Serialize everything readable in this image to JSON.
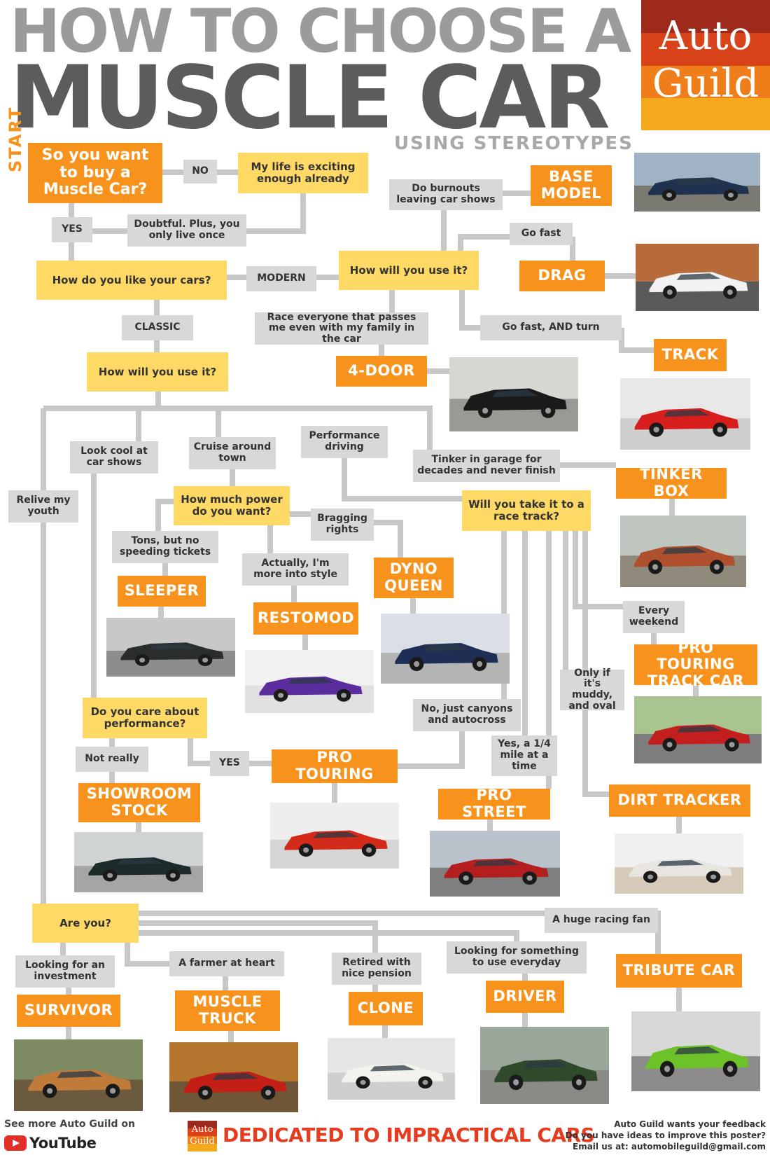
{
  "header": {
    "title_line1": "HOW TO CHOOSE A",
    "title_line2": "MUSCLE CAR",
    "subtitle": "USING STEREOTYPES",
    "logo_line1": "Auto",
    "logo_line2": "Guild",
    "logo_colors": [
      "#9e2a1c",
      "#d8431a",
      "#ef7d1a",
      "#f4a81c"
    ]
  },
  "start_label": "START",
  "questions": {
    "start": "So you want to buy a Muscle Car?",
    "exciting": "My life is exciting enough already",
    "like_cars": "How do you like your cars?",
    "use_modern": "How will you use it?",
    "use_classic": "How will you use it?",
    "power": "How much power do you want?",
    "race_track": "Will you take it to a race track?",
    "care_perf": "Do you care about performance?",
    "are_you": "Are you?"
  },
  "answers": {
    "no": "NO",
    "yes": "YES",
    "doubtful": "Doubtful.  Plus, you only live once",
    "burnouts": "Do burnouts leaving car shows",
    "go_fast": "Go fast",
    "modern": "MODERN",
    "classic": "CLASSIC",
    "race_everyone": "Race everyone that passes me even with my family in the car",
    "go_fast_turn": "Go fast, AND turn",
    "look_cool": "Look cool at car shows",
    "cruise": "Cruise around town",
    "perf_driving": "Performance driving",
    "tinker": "Tinker in garage for decades and never finish",
    "relive": "Relive my youth",
    "tons": "Tons, but no speeding tickets",
    "bragging": "Bragging rights",
    "style": "Actually, I'm more into style",
    "every_weekend": "Every weekend",
    "muddy": "Only if it's muddy, and oval",
    "canyons": "No, just canyons and autocross",
    "quarter_mile": "Yes, a 1/4 mile at a time",
    "not_really": "Not really",
    "perf_yes": "YES",
    "racing_fan": "A huge racing fan",
    "investment": "Looking for an investment",
    "farmer": "A farmer at heart",
    "retired": "Retired with nice pension",
    "everyday": "Looking for something to use everyday"
  },
  "results": {
    "base_model": "BASE MODEL",
    "drag": "DRAG",
    "four_door": "4-DOOR",
    "track": "TRACK",
    "tinker_box": "TINKER BOX",
    "sleeper": "SLEEPER",
    "dyno_queen": "DYNO QUEEN",
    "restomod": "RESTOMOD",
    "pro_touring_track": "PRO TOURING TRACK CAR",
    "pro_touring": "PRO TOURING",
    "pro_street": "PRO STREET",
    "dirt_tracker": "DIRT TRACKER",
    "showroom_stock": "SHOWROOM STOCK",
    "tribute_car": "TRIBUTE CAR",
    "survivor": "SURVIVOR",
    "muscle_truck": "MUSCLE TRUCK",
    "clone": "CLONE",
    "driver": "DRIVER"
  },
  "photos": {
    "base_model": {
      "sky": "#9fb3c4",
      "ground": "#7a7a72",
      "car": "#1f3350"
    },
    "drag": {
      "sky": "#b86b3a",
      "ground": "#5a5a5a",
      "car": "#f2f2f2"
    },
    "four_door": {
      "sky": "#d7d7d2",
      "ground": "#9a9a95",
      "car": "#1a1a1a"
    },
    "track": {
      "sky": "#e8e8e8",
      "ground": "#cfcfcf",
      "car": "#d81d1d"
    },
    "tinker_box": {
      "sky": "#bfc6c0",
      "ground": "#8f8a7c",
      "car": "#b0502e"
    },
    "sleeper": {
      "sky": "#c8c8c8",
      "ground": "#8d8d8d",
      "car": "#2a2e2a"
    },
    "dyno_queen": {
      "sky": "#d9dfe4",
      "ground": "#b4b4b4",
      "car": "#1f2e55"
    },
    "restomod": {
      "sky": "#f2f2f2",
      "ground": "#e0e0e0",
      "car": "#5b2c9e"
    },
    "pro_touring_track": {
      "sky": "#a9c58f",
      "ground": "#7d7d7d",
      "car": "#c41f1f"
    },
    "pro_touring": {
      "sky": "#eeeeee",
      "ground": "#d6d6d6",
      "car": "#d42a1a"
    },
    "pro_street": {
      "sky": "#b9c2ca",
      "ground": "#7f7f7f",
      "car": "#b51e1e"
    },
    "dirt_tracker": {
      "sky": "#f0f0f0",
      "ground": "#d6cbb8",
      "car": "#e8e4e0"
    },
    "showroom_stock": {
      "sky": "#cfd3d4",
      "ground": "#a4a6a4",
      "car": "#1d2a2a"
    },
    "tribute_car": {
      "sky": "#d8d8d8",
      "ground": "#8c8c8c",
      "car": "#6cc228"
    },
    "survivor": {
      "sky": "#7d8a62",
      "ground": "#6b5a3d",
      "car": "#c07a3a"
    },
    "muscle_truck": {
      "sky": "#b4762e",
      "ground": "#6e5636",
      "car": "#c41f16"
    },
    "clone": {
      "sky": "#e6e6e6",
      "ground": "#cfcfcf",
      "car": "#f4f2ec"
    },
    "driver": {
      "sky": "#9aa69a",
      "ground": "#8b8b86",
      "car": "#2f4a2a"
    }
  },
  "footer": {
    "see_more": "See more Auto Guild on",
    "youtube": "YouTube",
    "mini_logo_line1": "Auto",
    "mini_logo_line2": "Guild",
    "tagline": "DEDICATED TO IMPRACTICAL CARS",
    "feedback1": "Auto Guild wants your feedback",
    "feedback2": "Do you have ideas to improve this poster?",
    "feedback3": "Email us at: automobileguild@gmail.com"
  },
  "colors": {
    "question": "#fed966",
    "answer": "#d8d8d8",
    "result": "#f7931d",
    "connector": "#c8c8c8",
    "title_light": "#9b9b9b",
    "title_dark": "#5c5c5c",
    "tagline": "#e53b1f"
  }
}
